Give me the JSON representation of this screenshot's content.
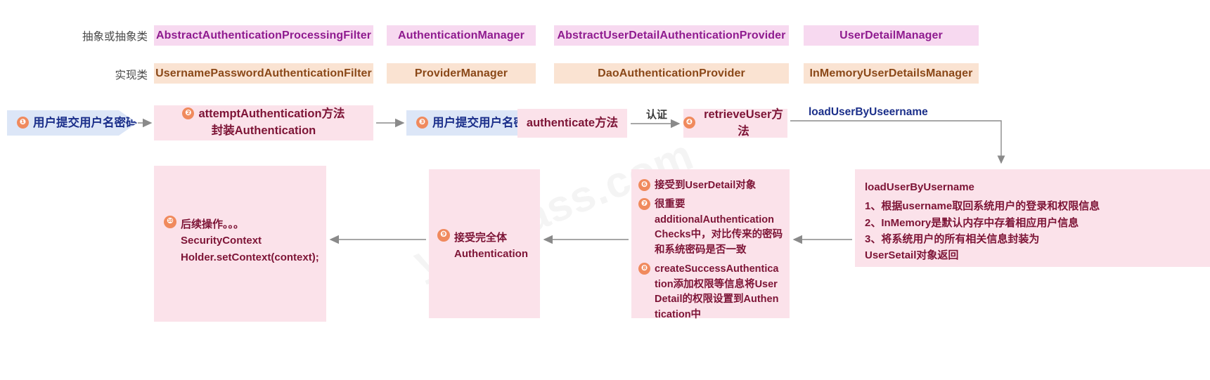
{
  "watermark": "youclass.com",
  "rows": {
    "abstract_label": "抽象或抽象类",
    "impl_label": "实现类"
  },
  "columns": {
    "abstract_classes": [
      "AbstractAuthenticationProcessingFilter",
      "AuthenticationManager",
      "AbstractUserDetailAuthenticationProvider",
      "UserDetailManager"
    ],
    "impl_classes": [
      "UsernamePasswordAuthenticationFilter",
      "ProviderManager",
      "DaoAuthenticationProvider",
      "InMemoryUserDetailsManager"
    ]
  },
  "flow": {
    "step1": {
      "num": "❶",
      "text": "用户提交用户名密码"
    },
    "step2": {
      "num": "❷",
      "line1": "attemptAuthentication方法",
      "line2": "封装Authentication"
    },
    "step3": {
      "num": "❸",
      "text": "用户提交用户名密码"
    },
    "authenticate": {
      "text": "authenticate方法"
    },
    "auth_edge_label": "认证",
    "step4": {
      "num": "❹",
      "text": "retrieveUser方法"
    },
    "load_edge_label": "loadUserByUseername"
  },
  "panels": {
    "load_user": {
      "title": "loadUserByUsername",
      "lines": [
        "1、根据username取回系统用户的登录和权限信息",
        "2、InMemory是默认内存中存着相应用户信息",
        "3、将系统用户的所有相关信息封装为",
        "UserSetail对象返回"
      ]
    },
    "provider_steps": {
      "items": [
        {
          "num": "❻",
          "text": "接受到UserDetail对象"
        },
        {
          "num": "❼",
          "text": "很重要\nadditionalAuthentication\nChecks中，对比传来的密码\n和系统密码是否一致"
        },
        {
          "num": "❽",
          "text": "createSuccessAuthentica\ntion添加权限等信息将User\nDetail的权限设置到Authen\ntication中"
        }
      ]
    },
    "step9": {
      "num": "❾",
      "line1": "接受完全体",
      "line2": "Authentication"
    },
    "step10": {
      "num": "❿",
      "line1": "后续操作。。。",
      "line2": "SecurityContext",
      "line3": "Holder.setContext(context);"
    }
  },
  "colors": {
    "abstract_bg": "#f7d9f0",
    "abstract_fg": "#8f1b8f",
    "impl_bg": "#fae3d2",
    "impl_fg": "#8a4818",
    "flow_bg": "#fbe2ea",
    "flow_fg": "#7d1436",
    "chevron_bg": "#dce6f7",
    "chevron_fg": "#1b2f8a",
    "badge_bg": "#f08a5d",
    "arrow": "#8a8a8a"
  }
}
